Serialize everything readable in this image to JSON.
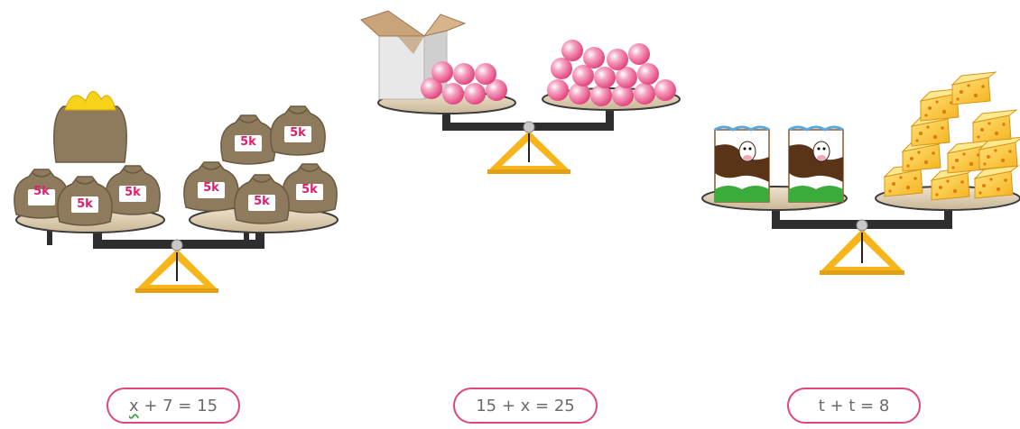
{
  "colors": {
    "bag": "#8e7a5c",
    "bag_dark": "#6b5a42",
    "tag_text": "#e01f6a",
    "pan": "#e0d2b8",
    "pan_edge": "#3c3c3c",
    "fulcrum": "#f6b51b",
    "ball": "#ee4d86",
    "cheese": "#ffcc33",
    "milk_brown": "#5a3418",
    "milk_blue": "#5aa8dd",
    "milk_green": "#3bab3c",
    "box": "#c9a379",
    "equation_border": "#e0457d",
    "equation_text": "#6a6a6a"
  },
  "icons": {
    "scale1_left": [
      "sand-bag-icon",
      "weight-bag-5k-icon",
      "weight-bag-5k-icon",
      "weight-bag-5k-icon"
    ],
    "scale1_right": [
      "weight-bag-5k-icon",
      "weight-bag-5k-icon",
      "weight-bag-5k-icon",
      "weight-bag-5k-icon",
      "weight-bag-5k-icon"
    ],
    "scale2_left": [
      "cardboard-box-icon",
      "pink-ball-icon"
    ],
    "scale2_right": [
      "pink-ball-icon"
    ],
    "scale3_left": [
      "milk-carton-icon",
      "milk-carton-icon"
    ],
    "scale3_right": [
      "cheese-wedge-icon"
    ]
  },
  "tags": {
    "bag_label": "5k"
  },
  "equations": {
    "eq1": {
      "var": "x",
      "rest": " + 7 = 15"
    },
    "eq2": {
      "text": "15 + x = 25"
    },
    "eq3": {
      "text": "t + t = 8"
    }
  }
}
